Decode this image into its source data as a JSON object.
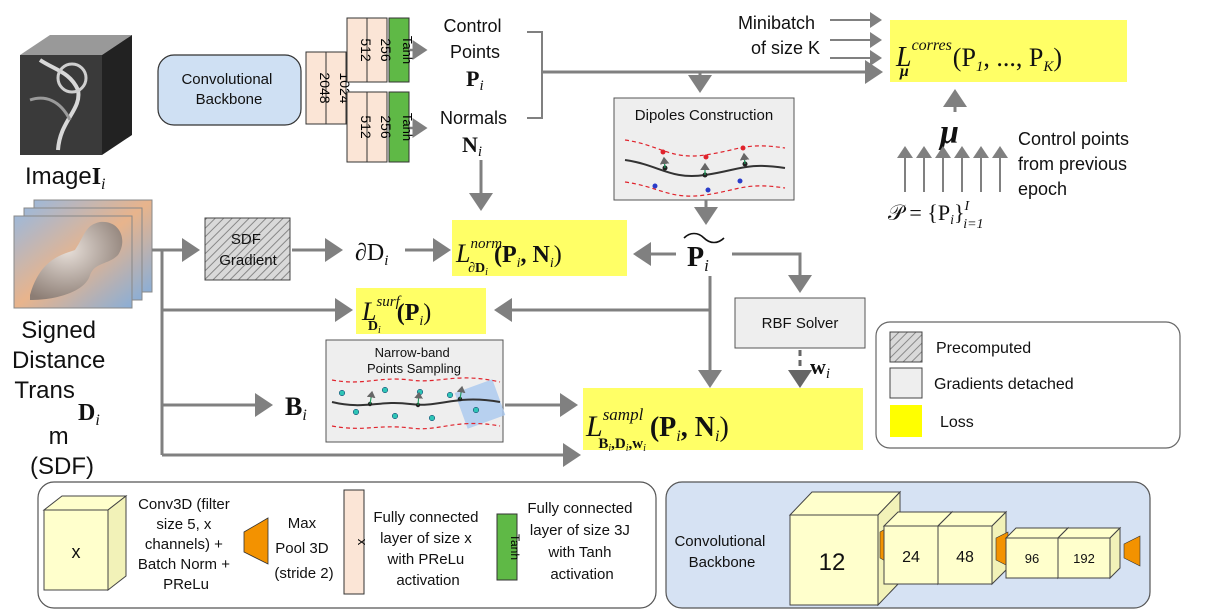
{
  "inputs": {
    "image_label": "Image",
    "image_symbol": "I",
    "image_sub": "i",
    "sdf_lines": [
      "Signed",
      "Distance",
      "Trans",
      "m",
      "(SDF)"
    ],
    "sdf_symbol": "D",
    "sdf_sub": "i"
  },
  "backbone": {
    "label_line1": "Convolutional",
    "label_line2": "Backbone"
  },
  "fc_layers": {
    "shared_a": "2048",
    "shared_b": "1024",
    "upper_a": "512",
    "upper_b": "256",
    "lower_a": "512",
    "lower_b": "256",
    "tanh": "Tanh"
  },
  "outputs": {
    "control_line1": "Control",
    "control_line2": "Points",
    "control_symbol": "P",
    "control_sub": "i",
    "normals_line1": "Normals",
    "normals_symbol": "N",
    "normals_sub": "i"
  },
  "minibatch": {
    "line1": "Minibatch",
    "line2": "of size K"
  },
  "dipoles": {
    "title": "Dipoles Construction"
  },
  "mu_block": {
    "mu": "μ",
    "desc_line1": "Control points",
    "desc_line2": "from previous",
    "desc_line3": "epoch",
    "set_formula": "𝒫 = {P",
    "set_close": "}",
    "set_sup": "I",
    "set_sub": "i=1"
  },
  "losses": {
    "corres_base": "L",
    "corres_sup": "corres",
    "corres_sub": "μ",
    "corres_args": "(P",
    "corres_args2": ", ..., P",
    "corres_argsK": "K",
    "corres_close": ")",
    "norm_sup": "norm",
    "norm_sub": "∂D",
    "norm_args": "(P",
    "norm_args_mid": ", N",
    "surf_sup": "surf",
    "surf_sub": "D",
    "surf_args": "(P",
    "sampl_sup": "sampl",
    "sampl_sub": "B",
    "sampl_sub2": ",D",
    "sampl_sub3": ",w",
    "sampl_args": "(P",
    "sampl_args_mid": ", N",
    "one": "1",
    "i": "i",
    "close": ")"
  },
  "sdf_gradient": {
    "line1": "SDF",
    "line2": "Gradient",
    "output_symbol": "∂D",
    "output_sub": "i"
  },
  "ptilde": {
    "symbol": "P",
    "sub": "i"
  },
  "rbf": {
    "label": "RBF Solver",
    "output_symbol": "w",
    "output_sub": "i"
  },
  "narrow_band": {
    "line1": "Narrow-band",
    "line2": "Points Sampling",
    "output_symbol": "B",
    "output_sub": "i"
  },
  "legend": {
    "precomputed": "Precomputed",
    "gradients_detached": "Gradients detached",
    "loss": "Loss"
  },
  "bottom_legend": {
    "cube_label": "x",
    "conv_lines": [
      "Conv3D (filter",
      "size 5, x",
      "channels) +",
      "Batch Norm +",
      "PReLu"
    ],
    "pool_lines": [
      "Max",
      "Pool 3D",
      "(stride 2)"
    ],
    "fc_label": "x",
    "fc_lines": [
      "Fully connected",
      "layer of size x",
      "with PReLu",
      "activation"
    ],
    "tanh_label": "Tanh",
    "tanh_lines": [
      "Fully connected",
      "layer of size 3J",
      "with Tanh",
      "activation"
    ]
  },
  "backbone_detail": {
    "line1": "Convolutional",
    "line2": "Backbone",
    "blocks": [
      "12",
      "24",
      "48",
      "96",
      "192"
    ]
  },
  "colors": {
    "arrow": "#808080",
    "loss_highlight": "#ffff66",
    "fc_fill": "#fbe5d6",
    "tanh_fill": "#5fb946",
    "backbone_fill": "#cfe0f3",
    "cube_fill": "#ffffcc",
    "pool_fill": "#f39200",
    "backbone_panel": "#d6e2f3"
  }
}
